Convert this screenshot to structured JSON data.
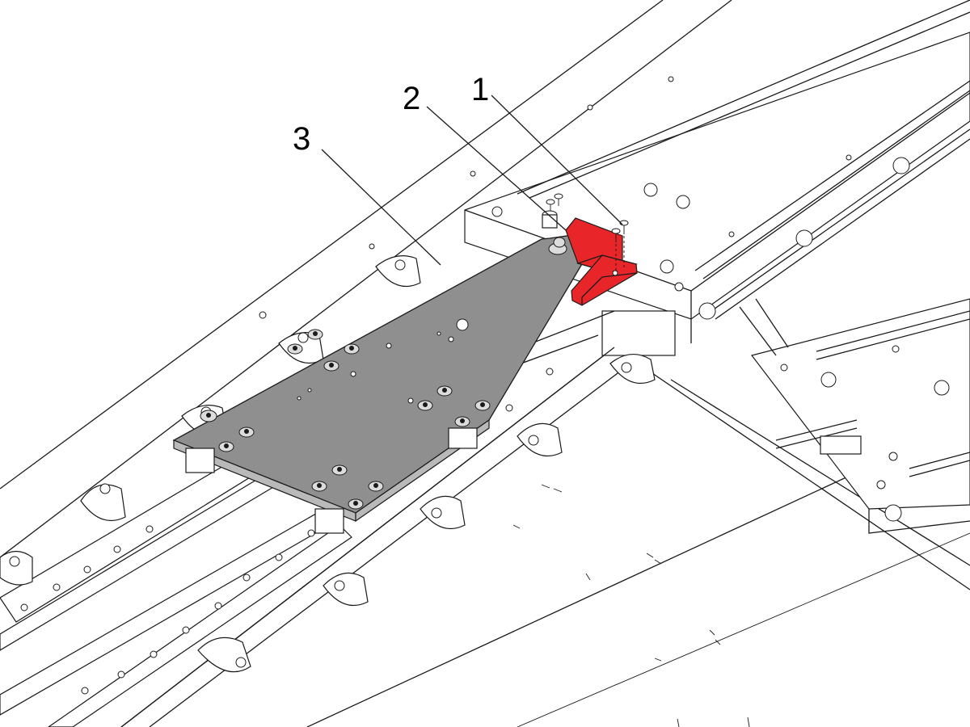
{
  "callouts": [
    {
      "label": "1"
    },
    {
      "label": "2"
    },
    {
      "label": "3"
    }
  ],
  "colors": {
    "highlight": "#e8262a",
    "plate": "#8f8f8f",
    "line": "#1a1a1a",
    "background": "#ffffff"
  }
}
